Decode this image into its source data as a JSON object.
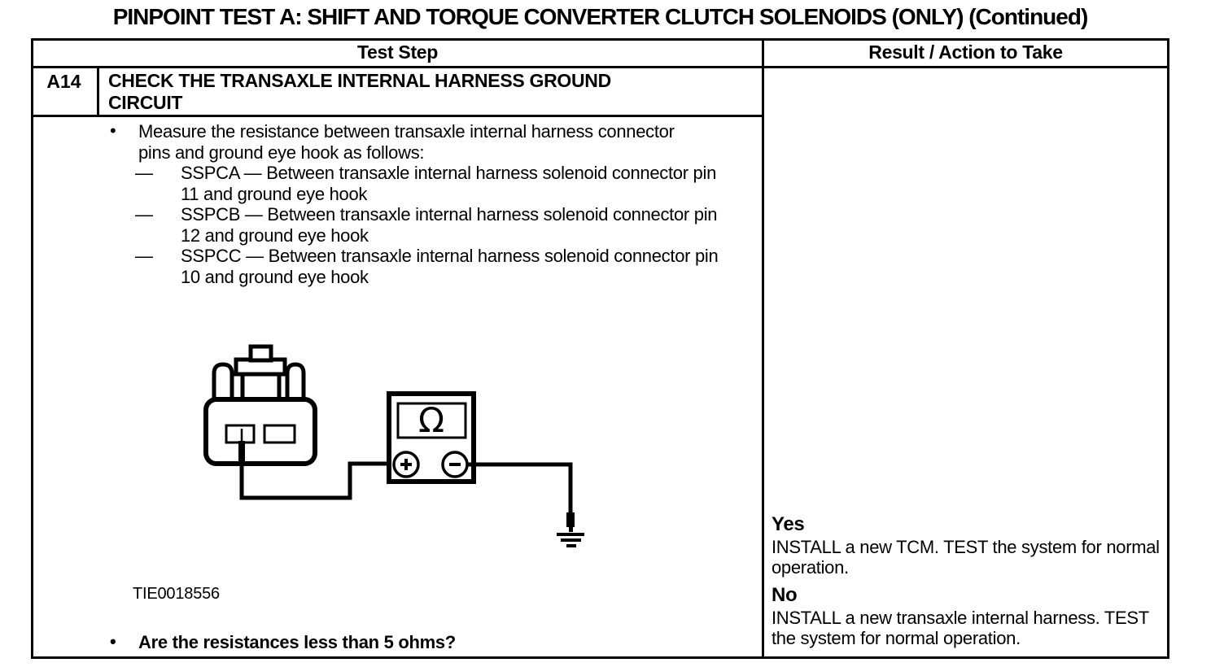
{
  "page_title": "PINPOINT TEST A: SHIFT AND TORQUE CONVERTER CLUTCH SOLENOIDS (ONLY) (Continued)",
  "colors": {
    "ink": "#000000",
    "paper": "#ffffff"
  },
  "table": {
    "headers": {
      "test_step": "Test Step",
      "result_action": "Result / Action to Take"
    },
    "step": {
      "id": "A14",
      "title": "CHECK THE TRANSAXLE INTERNAL HARNESS GROUND CIRCUIT",
      "instruction": {
        "bullet": "•",
        "text": "Measure the resistance between transaxle internal harness connector pins and ground eye hook as follows:",
        "sub_items": [
          {
            "dash": "—",
            "text": "SSPCA — Between transaxle internal harness solenoid connector pin 11 and ground eye hook"
          },
          {
            "dash": "—",
            "text": "SSPCB — Between transaxle internal harness solenoid connector pin 12 and ground eye hook"
          },
          {
            "dash": "—",
            "text": "SSPCC — Between transaxle internal harness solenoid connector pin 10 and ground eye hook"
          }
        ]
      },
      "figure": {
        "caption": "TIE0018556",
        "ohm_symbol": "Ω"
      },
      "question_bullet": "•",
      "question": "Are the resistances less than 5 ohms?"
    },
    "results": [
      {
        "answer": "Yes",
        "action": "INSTALL a new TCM. TEST the system for normal operation."
      },
      {
        "answer": "No",
        "action": "INSTALL a new transaxle internal harness. TEST the system for normal operation."
      }
    ]
  }
}
